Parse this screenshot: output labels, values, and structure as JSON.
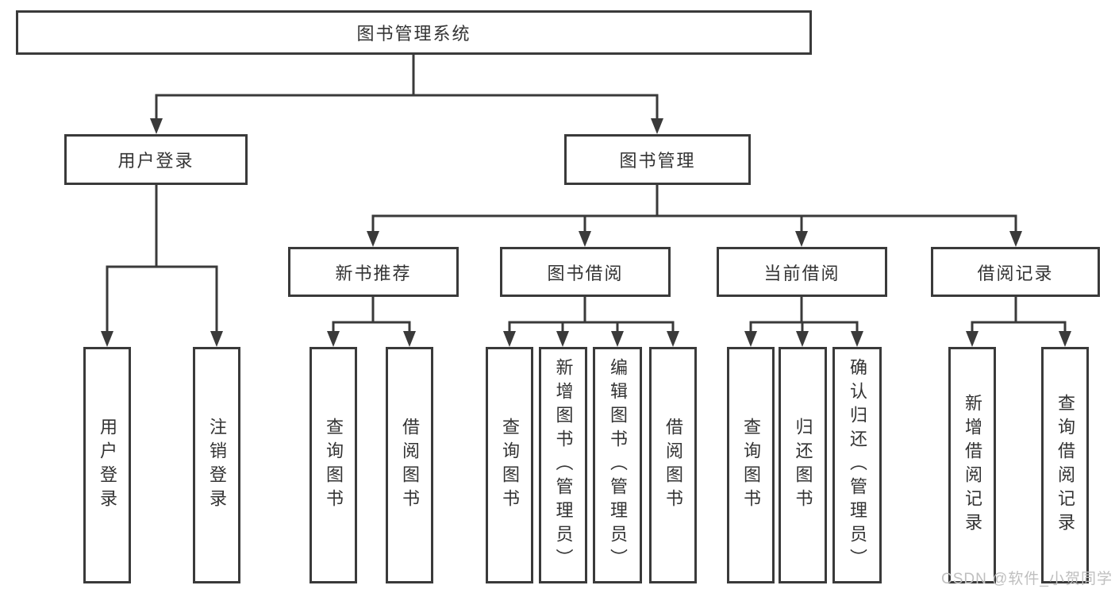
{
  "tree": {
    "label": "图书管理系统",
    "children": [
      {
        "label": "用户登录",
        "children": [
          {
            "label": "用户登录"
          },
          {
            "label": "注销登录"
          }
        ]
      },
      {
        "label": "图书管理",
        "children": [
          {
            "label": "新书推荐",
            "children": [
              {
                "label": "查询图书"
              },
              {
                "label": "借阅图书"
              }
            ]
          },
          {
            "label": "图书借阅",
            "children": [
              {
                "label": "查询图书"
              },
              {
                "label": "新增图书（管理员）"
              },
              {
                "label": "编辑图书（管理员）"
              },
              {
                "label": "借阅图书"
              }
            ]
          },
          {
            "label": "当前借阅",
            "children": [
              {
                "label": "查询图书"
              },
              {
                "label": "归还图书"
              },
              {
                "label": "确认归还（管理员）"
              }
            ]
          },
          {
            "label": "借阅记录",
            "children": [
              {
                "label": "新增借阅记录"
              },
              {
                "label": "查询借阅记录"
              }
            ]
          }
        ]
      }
    ]
  },
  "watermark": {
    "text": "CSDN @软件_小贺同学"
  },
  "colors": {
    "line": "#3a3a3a",
    "text": "#333333",
    "watermark": "#bfbfbf",
    "background": "#ffffff"
  }
}
